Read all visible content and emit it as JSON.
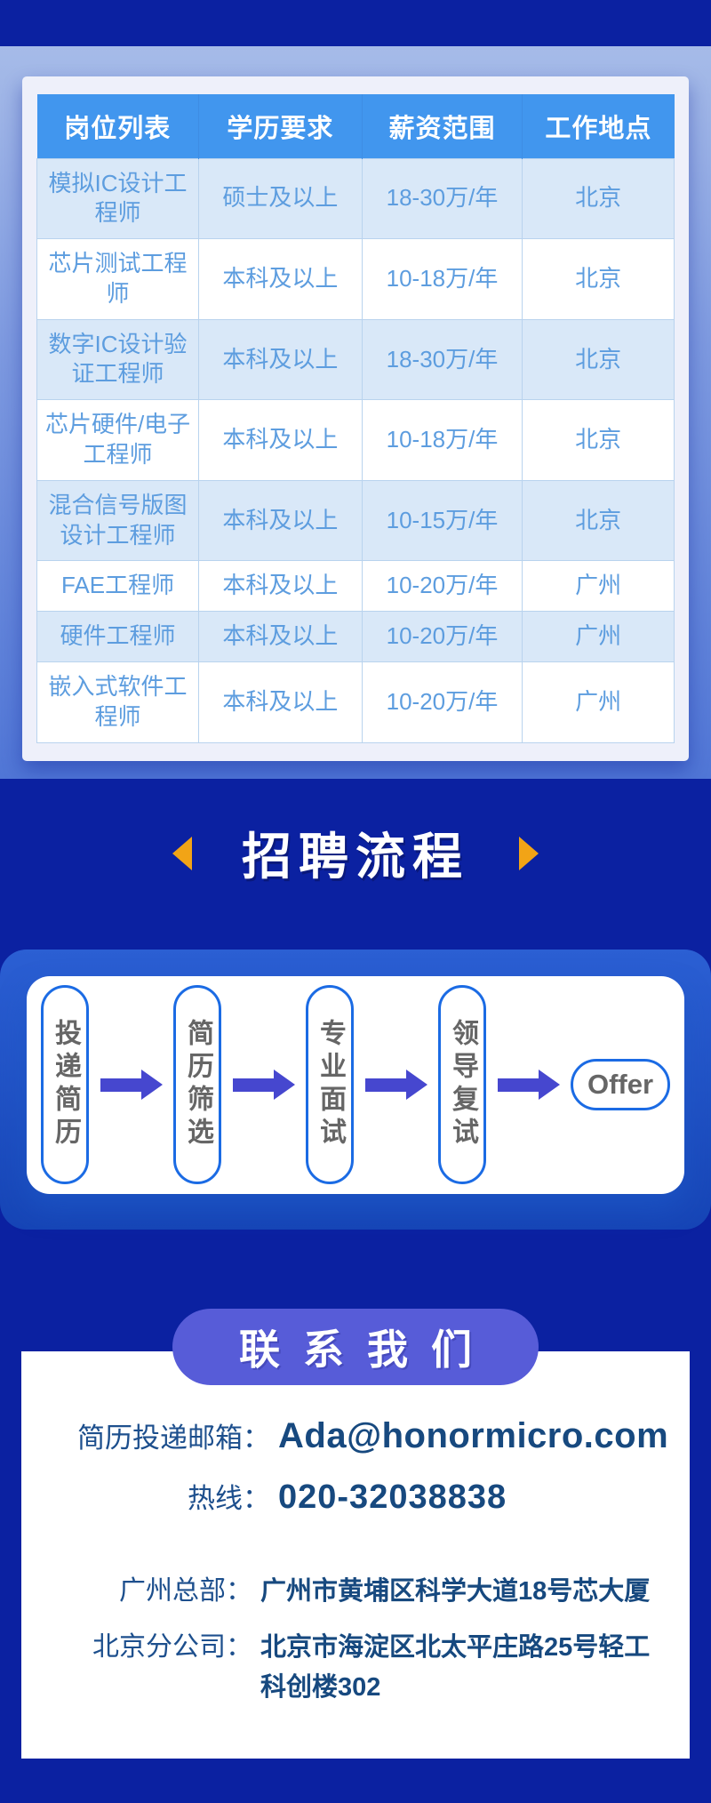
{
  "table": {
    "headers": [
      "岗位列表",
      "学历要求",
      "薪资范围",
      "工作地点"
    ],
    "rows": [
      {
        "position": "模拟IC设计工程师",
        "education": "硕士及以上",
        "salary": "18-30万/年",
        "location": "北京"
      },
      {
        "position": "芯片测试工程师",
        "education": "本科及以上",
        "salary": "10-18万/年",
        "location": "北京"
      },
      {
        "position": "数字IC设计验证工程师",
        "education": "本科及以上",
        "salary": "18-30万/年",
        "location": "北京"
      },
      {
        "position": "芯片硬件/电子工程师",
        "education": "本科及以上",
        "salary": "10-18万/年",
        "location": "北京"
      },
      {
        "position": "混合信号版图设计工程师",
        "education": "本科及以上",
        "salary": "10-15万/年",
        "location": "北京"
      },
      {
        "position": "FAE工程师",
        "education": "本科及以上",
        "salary": "10-20万/年",
        "location": "广州"
      },
      {
        "position": "硬件工程师",
        "education": "本科及以上",
        "salary": "10-20万/年",
        "location": "广州"
      },
      {
        "position": "嵌入式软件工程师",
        "education": "本科及以上",
        "salary": "10-20万/年",
        "location": "广州"
      }
    ]
  },
  "process": {
    "title": "招聘流程",
    "steps": [
      "投递简历",
      "简历筛选",
      "专业面试",
      "领导复试"
    ],
    "final_step": "Offer"
  },
  "contact": {
    "title": "联系我们",
    "email_label": "简历投递邮箱：",
    "email": "Ada@honormicro.com",
    "hotline_label": "热线：",
    "hotline": "020-32038838",
    "hq_label": "广州总部：",
    "hq_address": "广州市黄埔区科学大道18号芯大厦",
    "branch_label": "北京分公司：",
    "branch_address": "北京市海淀区北太平庄路25号轻工科创楼302"
  },
  "colors": {
    "navy": "#0b21a1",
    "header-blue": "#4196ee",
    "row-light": "#d9e8f8",
    "cell-text": "#5d9ddf",
    "accent-orange": "#f2a416",
    "pill-border": "#1b6be4",
    "arrow-indigo": "#4647cf",
    "badge-purple": "#575cd8",
    "contact-navy": "#17497f"
  }
}
